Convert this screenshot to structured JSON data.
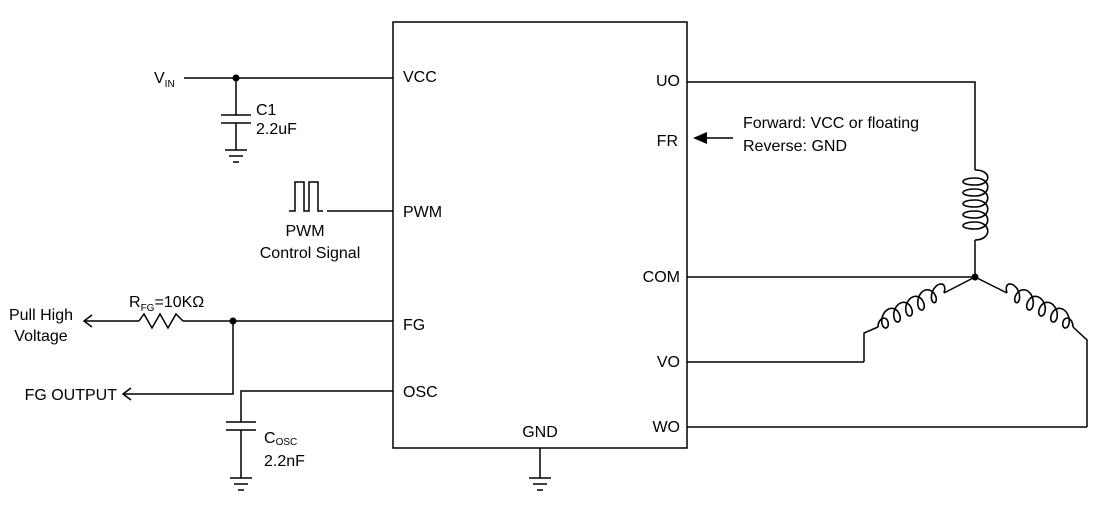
{
  "ic": {
    "pins_left": {
      "vcc": "VCC",
      "pwm": "PWM",
      "fg": "FG",
      "osc": "OSC"
    },
    "pins_right": {
      "uo": "UO",
      "fr": "FR",
      "com": "COM",
      "vo": "VO",
      "wo": "WO"
    },
    "pin_bottom": {
      "gnd": "GND"
    }
  },
  "supply": {
    "v_main": "V",
    "v_sub": "IN"
  },
  "c1": {
    "name": "C1",
    "value": "2.2uF"
  },
  "pwm_signal": {
    "line1": "PWM",
    "line2": "Control Signal"
  },
  "rfg": {
    "main": "R",
    "sub": "FG",
    "value": "=10KΩ"
  },
  "pull_high": {
    "line1": "Pull High",
    "line2": "Voltage"
  },
  "fg_output": "FG OUTPUT",
  "cosc": {
    "main": "C",
    "sub": "OSC",
    "value": "2.2nF"
  },
  "fr_note": {
    "line1": "Forward: VCC or floating",
    "line2": "Reverse: GND"
  }
}
